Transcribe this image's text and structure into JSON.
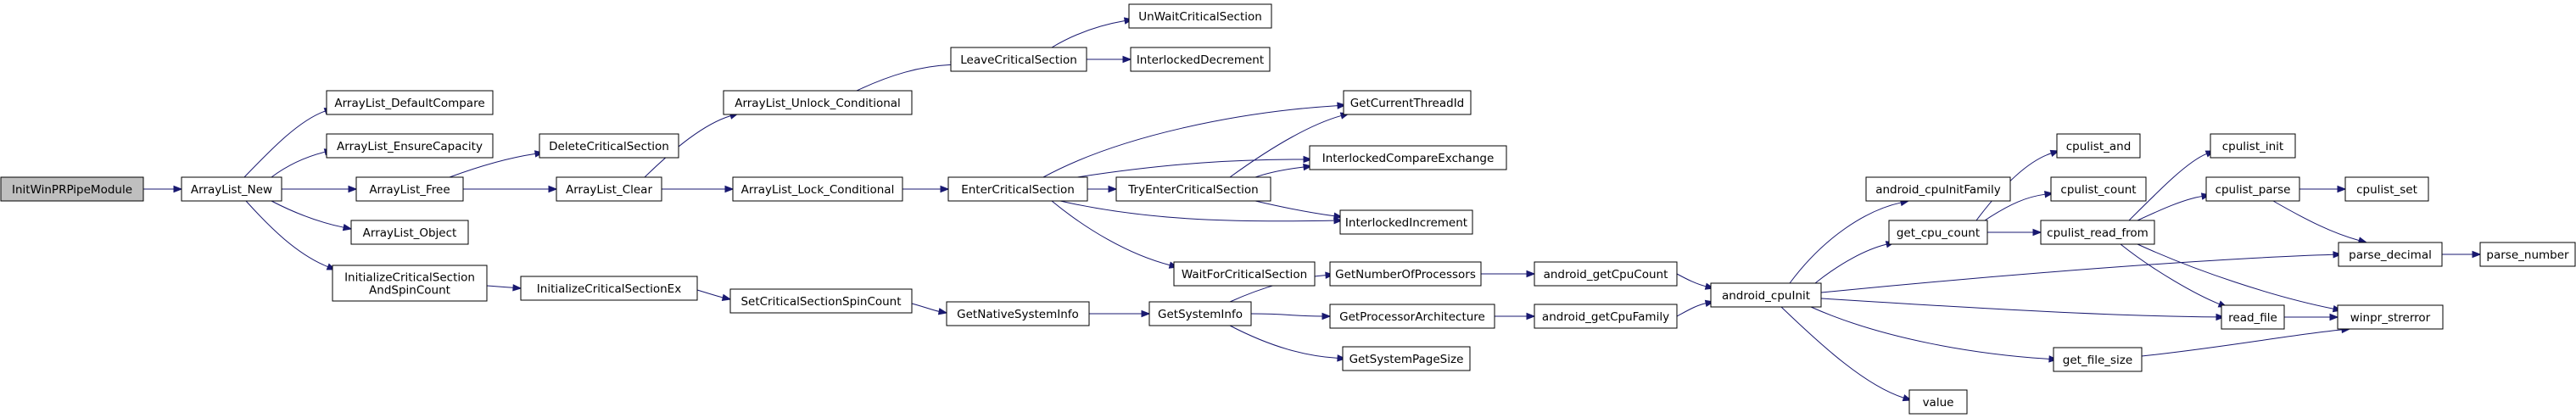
{
  "graph": {
    "colors": {
      "edge": "#191970",
      "root_fill": "#bfbfbf",
      "node_fill": "#ffffff",
      "node_border": "#000000"
    },
    "nodes": [
      {
        "id": "InitWinPRPipeModule",
        "lines": [
          "InitWinPRPipeModule"
        ],
        "root": true
      },
      {
        "id": "ArrayList_New",
        "lines": [
          "ArrayList_New"
        ]
      },
      {
        "id": "ArrayList_DefaultCompare",
        "lines": [
          "ArrayList_DefaultCompare"
        ]
      },
      {
        "id": "ArrayList_EnsureCapacity",
        "lines": [
          "ArrayList_EnsureCapacity"
        ]
      },
      {
        "id": "ArrayList_Free",
        "lines": [
          "ArrayList_Free"
        ]
      },
      {
        "id": "ArrayList_Object",
        "lines": [
          "ArrayList_Object"
        ]
      },
      {
        "id": "InitializeCriticalSectionAndSpinCount",
        "lines": [
          "InitializeCriticalSection",
          "AndSpinCount"
        ]
      },
      {
        "id": "DeleteCriticalSection",
        "lines": [
          "DeleteCriticalSection"
        ]
      },
      {
        "id": "ArrayList_Clear",
        "lines": [
          "ArrayList_Clear"
        ]
      },
      {
        "id": "ArrayList_Unlock_Conditional",
        "lines": [
          "ArrayList_Unlock_Conditional"
        ]
      },
      {
        "id": "ArrayList_Lock_Conditional",
        "lines": [
          "ArrayList_Lock_Conditional"
        ]
      },
      {
        "id": "LeaveCriticalSection",
        "lines": [
          "LeaveCriticalSection"
        ]
      },
      {
        "id": "UnWaitCriticalSection",
        "lines": [
          "UnWaitCriticalSection"
        ]
      },
      {
        "id": "InterlockedDecrement",
        "lines": [
          "InterlockedDecrement"
        ]
      },
      {
        "id": "EnterCriticalSection",
        "lines": [
          "EnterCriticalSection"
        ]
      },
      {
        "id": "GetCurrentThreadId",
        "lines": [
          "GetCurrentThreadId"
        ]
      },
      {
        "id": "TryEnterCriticalSection",
        "lines": [
          "TryEnterCriticalSection"
        ]
      },
      {
        "id": "InterlockedCompareExchange",
        "lines": [
          "InterlockedCompareExchange"
        ]
      },
      {
        "id": "InterlockedIncrement",
        "lines": [
          "InterlockedIncrement"
        ]
      },
      {
        "id": "WaitForCriticalSection",
        "lines": [
          "WaitForCriticalSection"
        ]
      },
      {
        "id": "InitializeCriticalSectionEx",
        "lines": [
          "InitializeCriticalSectionEx"
        ]
      },
      {
        "id": "SetCriticalSectionSpinCount",
        "lines": [
          "SetCriticalSectionSpinCount"
        ]
      },
      {
        "id": "GetNativeSystemInfo",
        "lines": [
          "GetNativeSystemInfo"
        ]
      },
      {
        "id": "GetSystemInfo",
        "lines": [
          "GetSystemInfo"
        ]
      },
      {
        "id": "GetNumberOfProcessors",
        "lines": [
          "GetNumberOfProcessors"
        ]
      },
      {
        "id": "GetProcessorArchitecture",
        "lines": [
          "GetProcessorArchitecture"
        ]
      },
      {
        "id": "GetSystemPageSize",
        "lines": [
          "GetSystemPageSize"
        ]
      },
      {
        "id": "android_getCpuCount",
        "lines": [
          "android_getCpuCount"
        ]
      },
      {
        "id": "android_getCpuFamily",
        "lines": [
          "android_getCpuFamily"
        ]
      },
      {
        "id": "android_cpuInit",
        "lines": [
          "android_cpuInit"
        ]
      },
      {
        "id": "android_cpuInitFamily",
        "lines": [
          "android_cpuInitFamily"
        ]
      },
      {
        "id": "get_cpu_count",
        "lines": [
          "get_cpu_count"
        ]
      },
      {
        "id": "value",
        "lines": [
          "value"
        ]
      },
      {
        "id": "cpulist_and",
        "lines": [
          "cpulist_and"
        ]
      },
      {
        "id": "cpulist_count",
        "lines": [
          "cpulist_count"
        ]
      },
      {
        "id": "cpulist_read_from",
        "lines": [
          "cpulist_read_from"
        ]
      },
      {
        "id": "get_file_size",
        "lines": [
          "get_file_size"
        ]
      },
      {
        "id": "cpulist_init",
        "lines": [
          "cpulist_init"
        ]
      },
      {
        "id": "cpulist_parse",
        "lines": [
          "cpulist_parse"
        ]
      },
      {
        "id": "cpulist_set",
        "lines": [
          "cpulist_set"
        ]
      },
      {
        "id": "read_file",
        "lines": [
          "read_file"
        ]
      },
      {
        "id": "parse_decimal",
        "lines": [
          "parse_decimal"
        ]
      },
      {
        "id": "winpr_strerror",
        "lines": [
          "winpr_strerror"
        ]
      },
      {
        "id": "parse_number",
        "lines": [
          "parse_number"
        ]
      }
    ],
    "edges": [
      [
        "InitWinPRPipeModule",
        "ArrayList_New"
      ],
      [
        "ArrayList_New",
        "ArrayList_DefaultCompare"
      ],
      [
        "ArrayList_New",
        "ArrayList_EnsureCapacity"
      ],
      [
        "ArrayList_New",
        "ArrayList_Free"
      ],
      [
        "ArrayList_New",
        "ArrayList_Object"
      ],
      [
        "ArrayList_New",
        "InitializeCriticalSectionAndSpinCount"
      ],
      [
        "ArrayList_Free",
        "DeleteCriticalSection"
      ],
      [
        "ArrayList_Free",
        "ArrayList_Clear"
      ],
      [
        "ArrayList_Clear",
        "ArrayList_Unlock_Conditional"
      ],
      [
        "ArrayList_Clear",
        "ArrayList_Lock_Conditional"
      ],
      [
        "ArrayList_Unlock_Conditional",
        "LeaveCriticalSection"
      ],
      [
        "LeaveCriticalSection",
        "UnWaitCriticalSection"
      ],
      [
        "LeaveCriticalSection",
        "InterlockedDecrement"
      ],
      [
        "ArrayList_Lock_Conditional",
        "EnterCriticalSection"
      ],
      [
        "EnterCriticalSection",
        "GetCurrentThreadId"
      ],
      [
        "EnterCriticalSection",
        "InterlockedCompareExchange"
      ],
      [
        "EnterCriticalSection",
        "TryEnterCriticalSection"
      ],
      [
        "EnterCriticalSection",
        "InterlockedIncrement"
      ],
      [
        "EnterCriticalSection",
        "WaitForCriticalSection"
      ],
      [
        "TryEnterCriticalSection",
        "GetCurrentThreadId"
      ],
      [
        "TryEnterCriticalSection",
        "InterlockedCompareExchange"
      ],
      [
        "TryEnterCriticalSection",
        "InterlockedIncrement"
      ],
      [
        "InitializeCriticalSectionAndSpinCount",
        "InitializeCriticalSectionEx"
      ],
      [
        "InitializeCriticalSectionEx",
        "SetCriticalSectionSpinCount"
      ],
      [
        "SetCriticalSectionSpinCount",
        "GetNativeSystemInfo"
      ],
      [
        "GetNativeSystemInfo",
        "GetSystemInfo"
      ],
      [
        "GetSystemInfo",
        "GetNumberOfProcessors"
      ],
      [
        "GetSystemInfo",
        "GetProcessorArchitecture"
      ],
      [
        "GetSystemInfo",
        "GetSystemPageSize"
      ],
      [
        "GetNumberOfProcessors",
        "android_getCpuCount"
      ],
      [
        "GetProcessorArchitecture",
        "android_getCpuFamily"
      ],
      [
        "android_getCpuCount",
        "android_cpuInit"
      ],
      [
        "android_getCpuFamily",
        "android_cpuInit"
      ],
      [
        "android_cpuInit",
        "android_cpuInitFamily"
      ],
      [
        "android_cpuInit",
        "get_cpu_count"
      ],
      [
        "android_cpuInit",
        "parse_decimal"
      ],
      [
        "android_cpuInit",
        "read_file"
      ],
      [
        "android_cpuInit",
        "get_file_size"
      ],
      [
        "android_cpuInit",
        "value"
      ],
      [
        "get_cpu_count",
        "cpulist_and"
      ],
      [
        "get_cpu_count",
        "cpulist_count"
      ],
      [
        "get_cpu_count",
        "cpulist_read_from"
      ],
      [
        "cpulist_read_from",
        "cpulist_init"
      ],
      [
        "cpulist_read_from",
        "cpulist_parse"
      ],
      [
        "cpulist_read_from",
        "read_file"
      ],
      [
        "cpulist_read_from",
        "winpr_strerror"
      ],
      [
        "cpulist_parse",
        "cpulist_set"
      ],
      [
        "cpulist_parse",
        "parse_decimal"
      ],
      [
        "parse_decimal",
        "parse_number"
      ],
      [
        "read_file",
        "winpr_strerror"
      ],
      [
        "get_file_size",
        "winpr_strerror"
      ]
    ]
  }
}
